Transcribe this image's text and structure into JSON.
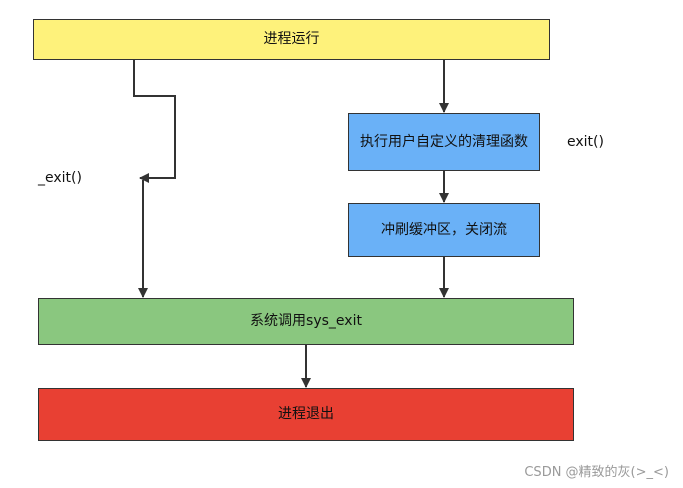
{
  "colors": {
    "process_running": "#FEF27B",
    "custom_cleanup": "#6AB1F7",
    "flush_buffers": "#6AB1F7",
    "sys_exit": "#8AC77F",
    "process_exit": "#E84033",
    "border": "#333333",
    "arrow": "#333333"
  },
  "nodes": {
    "process_running": "进程运行",
    "custom_cleanup": "执行用户自定义的清理函数",
    "flush_buffers": "冲刷缓冲区，关闭流",
    "sys_exit": "系统调用sys_exit",
    "process_exit": "进程退出"
  },
  "labels": {
    "exit_underscore": "_exit()",
    "exit": "exit()"
  },
  "edges": [
    {
      "from": "process_running",
      "to": "sys_exit",
      "label": "_exit()"
    },
    {
      "from": "process_running",
      "to": "custom_cleanup",
      "label": "exit()"
    },
    {
      "from": "custom_cleanup",
      "to": "flush_buffers"
    },
    {
      "from": "flush_buffers",
      "to": "sys_exit"
    },
    {
      "from": "sys_exit",
      "to": "process_exit"
    }
  ],
  "watermark": "CSDN @精致的灰(>_<)"
}
